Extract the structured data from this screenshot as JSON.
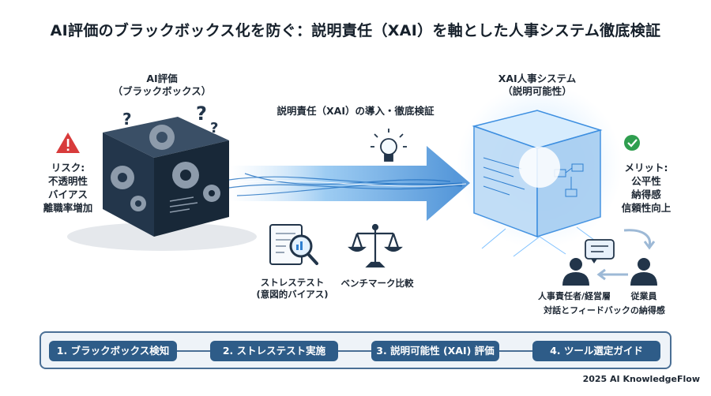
{
  "title": "AI評価のブラックボックス化を防ぐ：説明責任（XAI）を軸とした人事システム徹底検証",
  "left_cube": {
    "line1": "AI評価",
    "line2": "（ブラックボックス）"
  },
  "risk": {
    "heading": "リスク:",
    "items": [
      "不透明性",
      "バイアス",
      "離職率増加"
    ]
  },
  "arrow_label": "説明責任（XAI）の導入・徹底検証",
  "tool_stress": {
    "line1": "ストレステスト",
    "line2": "(意図的バイアス)"
  },
  "tool_benchmark": {
    "label": "ベンチマーク比較"
  },
  "right_cube": {
    "line1": "XAI人事システム",
    "line2": "（説明可能性）"
  },
  "merit": {
    "heading": "メリット:",
    "items": [
      "公平性",
      "納得感",
      "信頼性向上"
    ]
  },
  "people": {
    "left": "人事責任者/経営層",
    "right": "従業員",
    "caption": "対話とフィードバックの納得感"
  },
  "steps": [
    "1. ブラックボックス検知",
    "2. ストレステスト実施",
    "3. 説明可能性 (XAI) 評価",
    "4. ツール選定ガイド"
  ],
  "footer": "2025 AI KnowledgeFlow",
  "colors": {
    "dark_cube": "#1f3145",
    "accent": "#2e5c88",
    "risk": "#d83b3b",
    "merit": "#2f9e4f",
    "glow": "#4aa8ff"
  }
}
